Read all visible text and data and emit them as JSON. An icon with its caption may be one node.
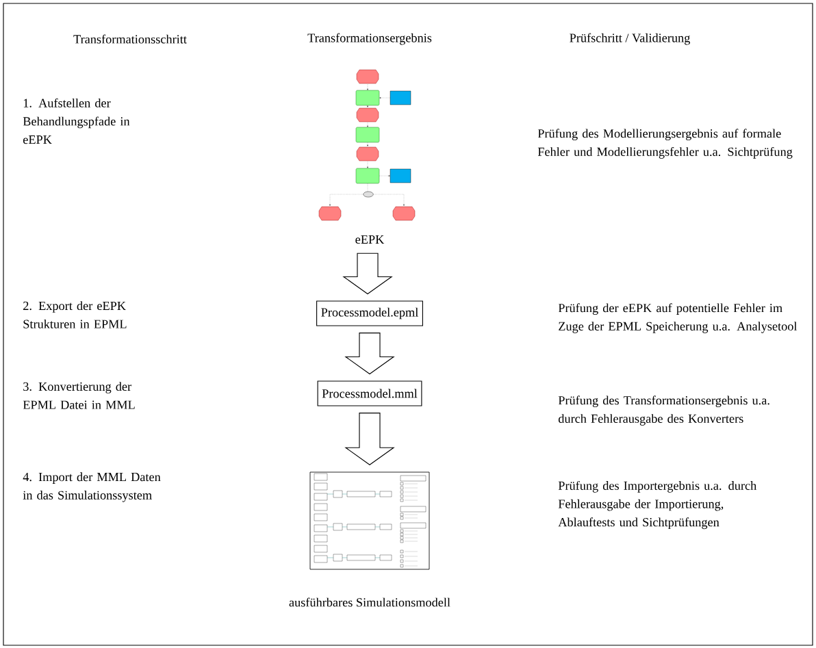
{
  "diagram": {
    "nodes": [
      {
        "text": [],
        "shape": "picture",
        "beside": [
          "eEPK"
        ]
      },
      {
        "text": [
          "Processmodel.epml"
        ]
      },
      {
        "text": [
          "Processmodel.mml"
        ]
      },
      {
        "text": [],
        "shape": "picture",
        "beside": [
          "ausführbares Simulationsmodell"
        ]
      }
    ],
    "edges": [
      {
        "from": 0,
        "to": 1,
        "arrow": "to"
      },
      {
        "from": 1,
        "to": 2,
        "arrow": "to"
      },
      {
        "from": 2,
        "to": 3,
        "arrow": "to"
      }
    ],
    "labels": [
      "Transformationsschritt",
      "Transformationsergebnis",
      "Prüfschritt / Validierung",
      "1. Aufstellen der Behandlungspfade in eEPK",
      "Prüfung des Modellierungsergebnis auf formale Fehler und Modellierungsfehler u.a. Sichtprüfung",
      "2. Export der eEPK Strukturen in EPML",
      "Prüfung der eEPK auf potentielle Fehler im Zuge der EPML Speicherung u.a. Analysetool",
      "3. Konvertierung der EPML Datei in MML",
      "Prüfung des Transformationsergebnis u.a. durch Fehlerausgabe des Konverters",
      "4. Import der MML Daten in das Simulationssystem",
      "Prüfung des Importergebnis u.a. durch Fehlerausgabe der Importierung, Ablauftests und Sichtprüfungen"
    ]
  }
}
